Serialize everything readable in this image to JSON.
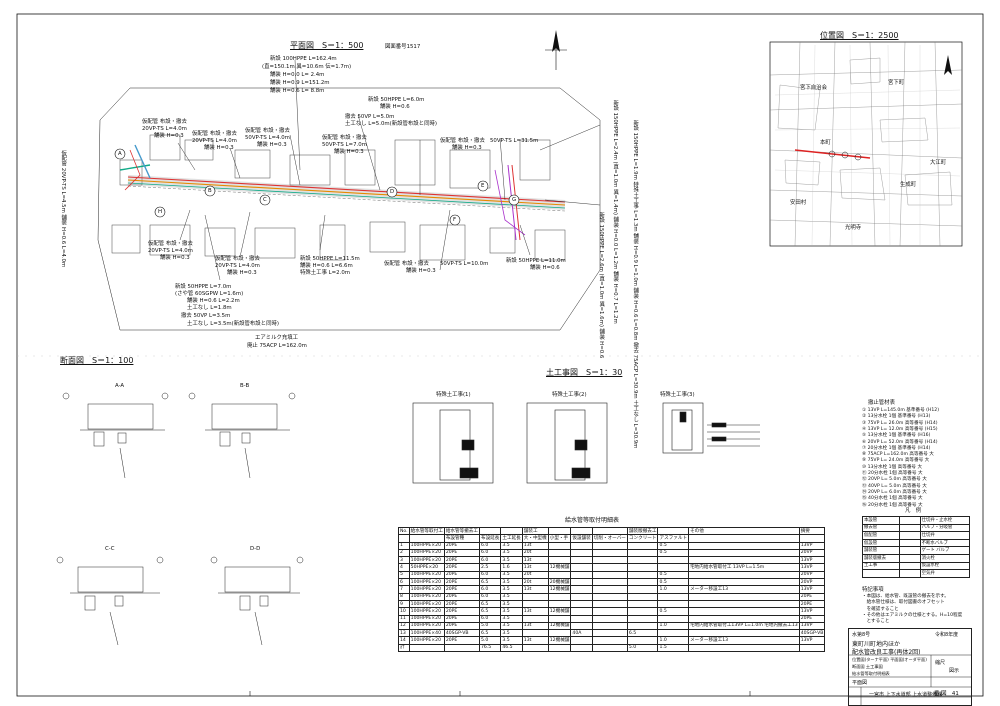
{
  "plan": {
    "title": "平面図　S＝1：500",
    "map_number": "図面番号1517",
    "top_note": [
      "新設 100HPPE  L=162.4m",
      "(直=150.1m 異=10.6m 伝=1.7m)",
      "舗装 H=0.0  L=  2.4m",
      "舗装 H=0.9  L=151.2m",
      "舗装 H=0.6  L=  8.8m"
    ],
    "bottom_note": [
      "エアミルク充填工",
      "廃止 75ACP  L=162.0m"
    ],
    "left_vertical": "仮配管 20VP-TS L=4.5m 舗装 H=0.6 L=4.0m",
    "right_vertical_1": "新設 150HPPE L=2.4m (直=1.0m 異=1.4m) 舗装 H=0.0 L=1.2m 舗装 H=0.7 L=1.2m",
    "right_vertical_2": "新設 150HPPE L=1.9m 特殊土工事 L=1.3m 舗装 H=0.9 L=1.0m 舗装 H=0.6 L=0.8m 撤去 75ACP L=30.9m 土工なし L=30.9m",
    "right_vertical_3": "新設 150HPPE L=2.6m (直=1.0m 異=1.6m) 舗装 H=0.6",
    "callouts": [
      "仮配管 布設・撤去",
      "20VP-TS  L=4.0m",
      "舗装 H=0.3",
      "仮配管 布設・撤去",
      "20VP-TS  L=4.0m",
      "舗装 H=0.3",
      "仮配管 布設・撤去",
      "50VP-TS  L=4.0m",
      "舗装 H=0.3",
      "新設 50HPPE  L=6.0m",
      "舗装 H=0.6",
      "撤去 50VP  L=5.0m",
      "土工なし L=5.0m(新設管布設と同時)",
      "仮配管 布設・撤去",
      "50VP-TS  L=7.0m",
      "舗装 H=0.3",
      "仮配管 布設・撤去",
      "50VP-TS  L=31.5m",
      "舗装 H=0.3",
      "仮配管 布設・撤去",
      "20VP-TS  L=4.0m",
      "舗装 H=0.3",
      "仮配管 布設・撤去",
      "20VP-TS  L=4.0m",
      "舗装 H=0.3",
      "新設 50HPPE  L=11.5m",
      "舗装 H=0.6  L=6.6m",
      "特殊土工事 L=2.0m",
      "仮配管 布設・撤去",
      "50VP-TS  L=10.0m",
      "舗装 H=0.3",
      "新設 50HPPE  L=11.0m",
      "舗装 H=0.6",
      "新設 50HPPE  L=7.0m",
      "(さや管 60SGPW  L=1.6m)",
      "舗装 H=0.6  L=2.2m",
      "土工なし L=1.8m",
      "撤去 50VP  L=3.5m",
      "土工なし L=3.5m(新設管布設と同時)"
    ],
    "markers": [
      "A",
      "B",
      "C",
      "D",
      "E",
      "F",
      "G",
      "H"
    ]
  },
  "location": {
    "title": "位置図　S＝1：2500",
    "labels": [
      "宮下町",
      "生成町",
      "本町",
      "大江町",
      "安田村",
      "宮下自治会",
      "光明寺"
    ]
  },
  "section": {
    "title": "断面図　S＝1：100",
    "panels": [
      "A-A",
      "B-B",
      "C-C",
      "D-D"
    ]
  },
  "earthwork": {
    "title": "土工事図　S＝1：30",
    "panels": [
      "特殊土工事(1)",
      "特殊土工事(2)",
      "特殊土工事(3)"
    ]
  },
  "schedule": {
    "title": "給水管等取付明細表",
    "head1": [
      "No.",
      "給水管等取付工",
      "給水管等撤去工",
      "",
      "",
      "舗装工",
      "",
      "",
      "",
      "舗装版撤去工",
      "",
      "その他",
      "摘要"
    ],
    "head2": [
      "",
      "",
      "布設管種",
      "布設延長",
      "土工延長",
      "大・中型機",
      "小型・手",
      "仮設舗装",
      "切削・オーバー",
      "コンクリート",
      "アスファルト",
      "",
      ""
    ],
    "rows": [
      [
        "1",
        "100HPPE×20",
        "20PE",
        "6.0",
        "3.5",
        "13t",
        "",
        "",
        "",
        "",
        "0.5",
        "",
        "13VP"
      ],
      [
        "2",
        "100HPPE×20",
        "20PE",
        "6.0",
        "3.5",
        "20t",
        "",
        "",
        "",
        "",
        "0.5",
        "",
        "20VP"
      ],
      [
        "3",
        "100HPPE×20",
        "20PE",
        "6.0",
        "3.5",
        "13t",
        "",
        "",
        "",
        "",
        "",
        "",
        "13VP"
      ],
      [
        "4",
        "50HPPE×20",
        "20PE",
        "2.5",
        "1.6",
        "13t",
        "12機械舗",
        "",
        "",
        "",
        "",
        "宅地内給水管取付工 13VP L=1.5m",
        "13VP"
      ],
      [
        "5",
        "100HPPE×20",
        "20PE",
        "6.0",
        "3.5",
        "20t",
        "",
        "",
        "",
        "",
        "0.5",
        "",
        "20VP"
      ],
      [
        "6",
        "100HPPE×20",
        "20PE",
        "6.5",
        "3.5",
        "20t",
        "20機械舗",
        "",
        "",
        "",
        "0.5",
        "",
        "20VP"
      ],
      [
        "7",
        "100HPPE×20",
        "20PE",
        "6.0",
        "3.5",
        "13t",
        "12機械舗",
        "",
        "",
        "",
        "1.0",
        "メーター移設工13",
        "13VP"
      ],
      [
        "8",
        "100HPPE×20",
        "20PE",
        "6.0",
        "3.5",
        "",
        "",
        "",
        "",
        "",
        "",
        "",
        "20PE"
      ],
      [
        "9",
        "100HPPE×20",
        "20PE",
        "6.5",
        "3.5",
        "",
        "",
        "",
        "",
        "",
        "",
        "",
        "20PE"
      ],
      [
        "10",
        "100HPPE×20",
        "20PE",
        "6.5",
        "3.5",
        "13t",
        "12機械舗",
        "",
        "",
        "",
        "0.5",
        "",
        "13VP"
      ],
      [
        "11",
        "100HPPE×20",
        "20PE",
        "6.0",
        "3.5",
        "",
        "",
        "",
        "",
        "",
        "",
        "",
        "20PE"
      ],
      [
        "12",
        "100HPPE×20",
        "20PE",
        "5.0",
        "3.5",
        "13t",
        "12機械舗",
        "",
        "",
        "",
        "1.0",
        "宅地内給水管取付工13VP L=1.0m 宅地内撤去工13",
        "13VP"
      ],
      [
        "13",
        "100HPPE×40",
        "40SGP-VB",
        "6.5",
        "3.5",
        "",
        "",
        "40A",
        "",
        "6.5",
        "",
        "",
        "40SGP-VB"
      ],
      [
        "14",
        "100HPPE×20",
        "20PE",
        "5.0",
        "3.5",
        "13t",
        "12機械舗",
        "",
        "",
        "",
        "1.0",
        "メーター移設工13",
        "13VP"
      ],
      [
        "計",
        "",
        "",
        "76.5",
        "46.5",
        "",
        "",
        "",
        "",
        "5.0",
        "1.5",
        "",
        ""
      ]
    ]
  },
  "quantities": {
    "heading": "撤止管材表",
    "rows": [
      "① 13VP        L=145.0m 基準番号 (H12)",
      "② 13分水栓      1個 基準番号 (H13)",
      "③ 75VP        L= 26.0m 高等番号 (H14)",
      "④ 13VP        L= 12.0m 高等番号 (H15)",
      "⑤ 13分水栓      1個 基準番号 (H16)",
      "⑥ 20VP        L= 52.0m 高等番号 (H14)",
      "⑦ 20分水栓      1個 基準番号 (H14)",
      "⑧ 75ACP       L=162.0m 高等番号 大",
      "⑨ 75VP        L= 24.0m 高等番号 大",
      "⑩ 13分水栓      1個 高等番号 大",
      "⑪ 20分水栓      1個 高等番号 大",
      "⑫ 20VP        L=  5.0m 高等番号 大",
      "⑬ 40VP        L=  5.0m 高等番号 大",
      "⑭ 20VP        L=  6.0m 高等番号 大",
      "⑮ 40分水栓      1個 高等番号 大",
      "⑯ 20分水栓      1個 高等番号 大"
    ]
  },
  "legend": {
    "heading": "凡　例",
    "rows": [
      [
        "本設管",
        "",
        "仕切弁・止水栓"
      ],
      [
        "撤去管",
        "",
        "バルブ・分岐管"
      ],
      [
        "仮配管",
        "",
        "仕切弁"
      ],
      [
        "仮設管",
        "",
        "不断水バルブ"
      ],
      [
        "舗装管",
        "",
        "ゲート バルブ"
      ],
      [
        "舗装版撤去",
        "",
        "消火栓"
      ],
      [
        "土工事",
        "",
        "仮設水栓"
      ],
      [
        "",
        "",
        "空気弁"
      ]
    ]
  },
  "notes": {
    "heading": "特記事項",
    "lines": [
      "・本図は、給水管、既設管の撤去を示す。",
      "　給水管仕様は、取付図書のオフセット",
      "　を確認すること",
      "・その他はエアミルクの仕様とする。H=10程度",
      "　とすること"
    ]
  },
  "title_block": {
    "year": "令和8年度",
    "project": [
      "水第8号",
      "東町川町地内ほか",
      "配水管改良工事(再体2回)"
    ],
    "sheet_type": "平面図",
    "scale_label": "縮尺",
    "scale_value": "図示",
    "office": "一宮市 上下水道部 上水道整備課",
    "sub1": "位置図(ターナ平面) 平面図(オーダ平面)",
    "sub2": "断面図  土工事図",
    "sub3": "給水管等取付明細表",
    "page": "番 図　41"
  }
}
